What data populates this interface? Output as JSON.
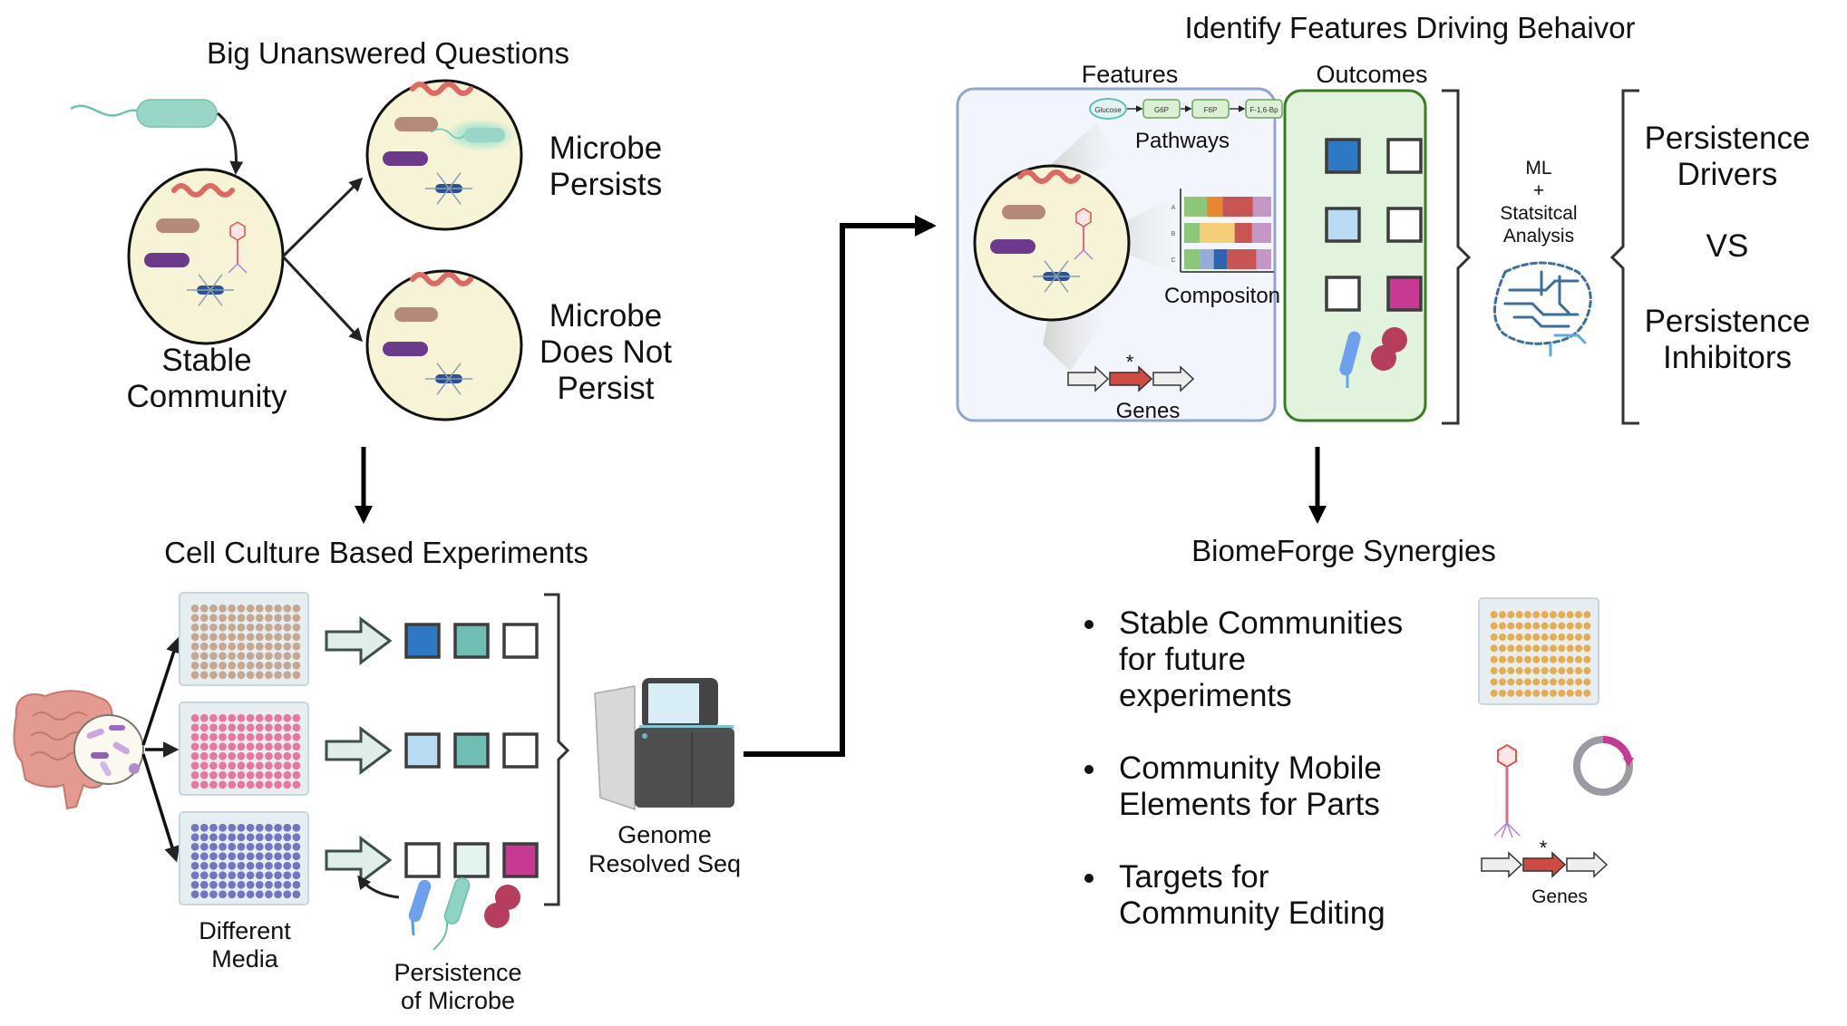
{
  "top_left": {
    "title": "Big Unanswered Questions",
    "stable_label_1": "Stable",
    "stable_label_2": "Community",
    "persists_1": "Microbe",
    "persists_2": "Persists",
    "not_persist_1": "Microbe",
    "not_persist_2": "Does Not",
    "not_persist_3": "Persist"
  },
  "bottom_left": {
    "title": "Cell Culture Based Experiments",
    "media_label_1": "Different",
    "media_label_2": "Media",
    "persistence_label_1": "Persistence",
    "persistence_label_2": "of Microbe",
    "plate_well_colors": [
      "#c4a892",
      "#e9769e",
      "#7275c0"
    ],
    "outcome_rows": [
      [
        "#2f78c4",
        "#6fbdb3",
        "#ffffff"
      ],
      [
        "#b9dcf4",
        "#6fbdb3",
        "#ffffff"
      ],
      [
        "#ffffff",
        "#e3f3ef",
        "#c63a93"
      ]
    ]
  },
  "sequencer": {
    "label_1": "Genome",
    "label_2": "Resolved Seq"
  },
  "top_right": {
    "title": "Identify Features Driving Behaivor",
    "features_label": "Features",
    "outcomes_label": "Outcomes",
    "pathways_label": "Pathways",
    "pathway_nodes": [
      "Glucose",
      "G6P",
      "F6P",
      "F-1,6-Bp"
    ],
    "composition_label": "Compositon",
    "composition_rows": [
      {
        "row": "A",
        "segments": [
          {
            "frac": 0.26,
            "color": "#8dc679"
          },
          {
            "frac": 0.18,
            "color": "#e8872f"
          },
          {
            "frac": 0.35,
            "color": "#c85454"
          },
          {
            "frac": 0.21,
            "color": "#c497c7"
          }
        ]
      },
      {
        "row": "B",
        "segments": [
          {
            "frac": 0.18,
            "color": "#8dc679"
          },
          {
            "frac": 0.4,
            "color": "#f2cf78"
          },
          {
            "frac": 0.2,
            "color": "#c85454"
          },
          {
            "frac": 0.22,
            "color": "#c497c7"
          }
        ]
      },
      {
        "row": "C",
        "segments": [
          {
            "frac": 0.18,
            "color": "#8dc679"
          },
          {
            "frac": 0.16,
            "color": "#93acd9"
          },
          {
            "frac": 0.15,
            "color": "#2f62b0"
          },
          {
            "frac": 0.34,
            "color": "#c85454"
          },
          {
            "frac": 0.17,
            "color": "#c497c7"
          }
        ]
      }
    ],
    "genes_label": "Genes",
    "gene_mark": "*",
    "outcome_grid": [
      [
        "#2f78c4",
        "#ffffff"
      ],
      [
        "#b9dcf4",
        "#ffffff"
      ],
      [
        "#ffffff",
        "#c63a93"
      ]
    ],
    "analysis_1": "ML",
    "analysis_2": "+",
    "analysis_3": "Statsitcal",
    "analysis_4": "Analysis",
    "result_1a": "Persistence",
    "result_1b": "Drivers",
    "result_vs": "VS",
    "result_2a": "Persistence",
    "result_2b": "Inhibitors"
  },
  "bottom_right": {
    "title": "BiomeForge Synergies",
    "bullets": [
      "Stable Communities\nfor future\nexperiments",
      "Community Mobile\nElements for Parts",
      "Targets for\nCommunity Editing"
    ],
    "plate_well_color": "#e5ad4e",
    "genes_label": "Genes",
    "gene_mark": "*"
  },
  "colors": {
    "community_fill": "#f6f3d6",
    "features_panel_fill": "#f2f5fb",
    "features_panel_border": "#8fa6cf",
    "outcomes_panel_fill": "#e1f3dc",
    "outcomes_panel_border": "#3c7a27",
    "mutant_gene": "#cf4a43",
    "connector": "#000000"
  }
}
